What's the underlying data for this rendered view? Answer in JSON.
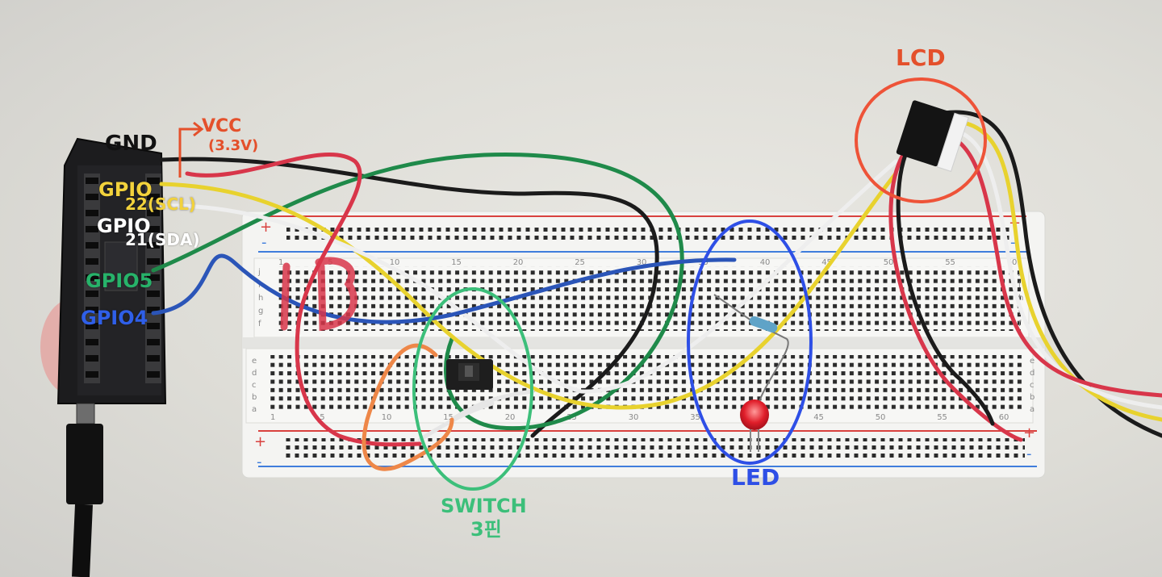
{
  "labels": {
    "gnd": "GND",
    "vcc": "VCC",
    "vcc_voltage": "(3.3V)",
    "gpio22": "GPIO",
    "gpio22_sub": "22(SCL)",
    "gpio21": "GPIO",
    "gpio21_sub": "21(SDA)",
    "gpio5": "GPIO5",
    "gpio4": "GPIO4",
    "lcd": "LCD",
    "led": "LED",
    "switch": "SWITCH",
    "switch_sub": "3핀"
  },
  "breadboard": {
    "rows_top": [
      "j",
      "i",
      "h",
      "g",
      "f"
    ],
    "rows_bottom": [
      "e",
      "d",
      "c",
      "b",
      "a"
    ],
    "column_numbers": [
      "1",
      "5",
      "10",
      "15",
      "20",
      "25",
      "30",
      "35",
      "40",
      "45",
      "50",
      "55",
      "60"
    ],
    "rail_plus": "+",
    "rail_minus": "-"
  },
  "colors": {
    "gnd": "#111111",
    "vcc": "#e4502b",
    "gpio22": "#f2d23c",
    "gpio21": "#ffffff",
    "gpio5": "#27b36a",
    "gpio4": "#2f5fe8",
    "lcd_circle": "#ee5338",
    "led_circle": "#2e4fe6",
    "switch_circle": "#3cbf7a",
    "wire_red": "#d8364a",
    "wire_yellow": "#e8d22e",
    "wire_white": "#eeeeee",
    "wire_black": "#1b1b1b",
    "wire_green": "#1f8a4a",
    "wire_blue": "#2b55b8",
    "wire_orange": "#ee8748"
  }
}
